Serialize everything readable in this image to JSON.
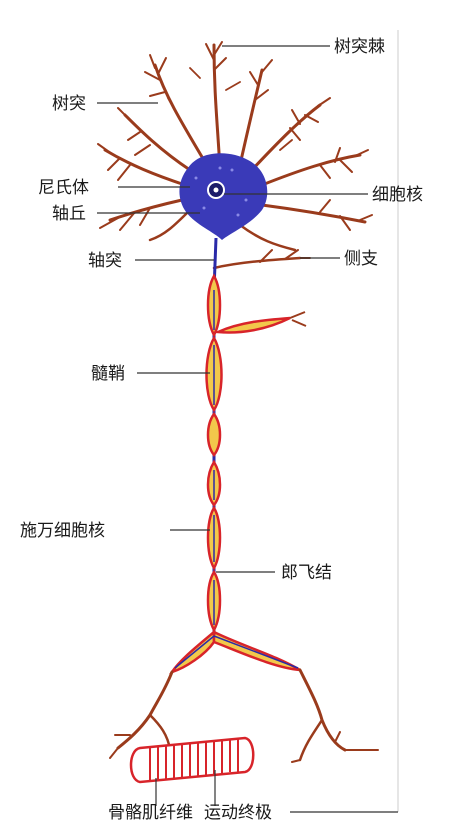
{
  "diagram": {
    "labels": {
      "dendritic_spine": "树突棘",
      "dendrite": "树突",
      "nissl_body": "尼氏体",
      "nucleus": "细胞核",
      "axon_hillock": "轴丘",
      "axon": "轴突",
      "collateral": "侧支",
      "myelin_sheath": "髓鞘",
      "schwann_nucleus": "施万细胞核",
      "node_of_ranvier": "郎飞结",
      "muscle_fiber": "骨骼肌纤维",
      "motor_end_plate": "运动终极"
    },
    "colors": {
      "dendrite": "#9a3b1c",
      "soma": "#3a3ab8",
      "axon": "#2a2aa8",
      "myelin_fill": "#f2c84b",
      "myelin_border": "#d8242a",
      "muscle": "#d8242a",
      "leader": "#333333"
    }
  }
}
